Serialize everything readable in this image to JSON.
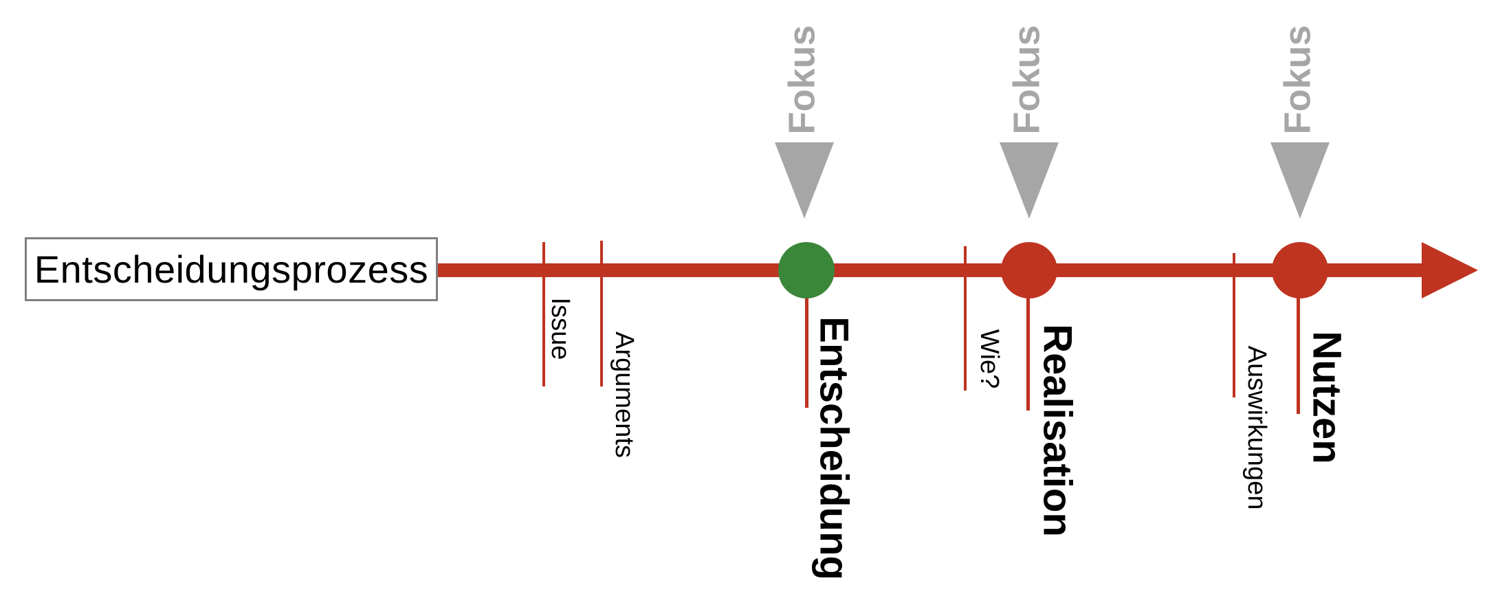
{
  "title_box": {
    "label": "Entscheidungsprozess"
  },
  "colors": {
    "axis": "#bf3321",
    "milestone_red": "#bf3321",
    "milestone_green": "#3b873a",
    "focus": "#a6a6a6",
    "box_border": "#7f7f7f"
  },
  "minor_ticks": [
    {
      "label": "Issue"
    },
    {
      "label": "Arguments"
    },
    {
      "label": "Wie?"
    },
    {
      "label": "Auswirkungen"
    }
  ],
  "milestones": [
    {
      "label": "Entscheidung",
      "color": "green",
      "focus_label": "Fokus"
    },
    {
      "label": "Realisation",
      "color": "red",
      "focus_label": "Fokus"
    },
    {
      "label": "Nutzen",
      "color": "red",
      "focus_label": "Fokus"
    }
  ]
}
